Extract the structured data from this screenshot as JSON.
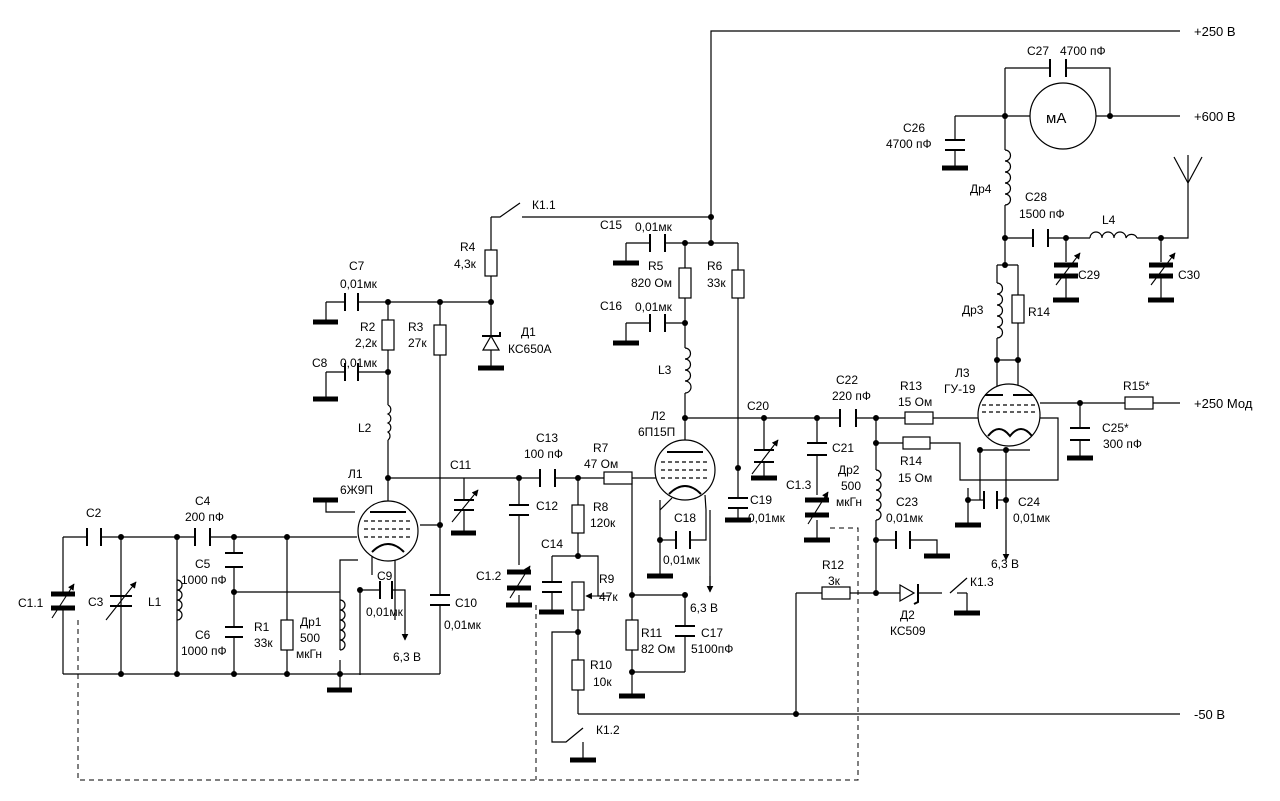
{
  "rails": [
    {
      "name": "rail-plus250",
      "label": "+250 В"
    },
    {
      "name": "rail-plus600",
      "label": "+600 В"
    },
    {
      "name": "rail-plus250-mod",
      "label": "+250 Мод"
    },
    {
      "name": "rail-minus50",
      "label": "-50 В"
    }
  ],
  "heater": {
    "label": "6,3 В"
  },
  "tubes": [
    {
      "ref": "Л1",
      "type": "6Ж9П"
    },
    {
      "ref": "Л2",
      "type": "6П15П"
    },
    {
      "ref": "Л3",
      "type": "ГУ-19"
    }
  ],
  "meter": {
    "label": "мА"
  },
  "components": [
    {
      "ref": "C1.1",
      "value": ""
    },
    {
      "ref": "C2",
      "value": ""
    },
    {
      "ref": "C3",
      "value": ""
    },
    {
      "ref": "L1",
      "value": ""
    },
    {
      "ref": "C4",
      "value": "200 пФ"
    },
    {
      "ref": "C5",
      "value": "1000 пФ"
    },
    {
      "ref": "C6",
      "value": "1000 пФ"
    },
    {
      "ref": "R1",
      "value": "33к"
    },
    {
      "ref": "Др1",
      "value": "500",
      "unit": "мкГн"
    },
    {
      "ref": "C9",
      "value": "0,01мк"
    },
    {
      "ref": "C10",
      "value": "0,01мк"
    },
    {
      "ref": "L2",
      "value": ""
    },
    {
      "ref": "R2",
      "value": "2,2к"
    },
    {
      "ref": "C8",
      "value": "0,01мк"
    },
    {
      "ref": "C7",
      "value": "0,01мк"
    },
    {
      "ref": "R3",
      "value": "27к"
    },
    {
      "ref": "R4",
      "value": "4,3к"
    },
    {
      "ref": "Д1",
      "value": "КС650А"
    },
    {
      "ref": "К1.1",
      "value": ""
    },
    {
      "ref": "C11",
      "value": ""
    },
    {
      "ref": "C12",
      "value": ""
    },
    {
      "ref": "C1.2",
      "value": ""
    },
    {
      "ref": "C13",
      "value": "100 пФ"
    },
    {
      "ref": "R7",
      "value": "47 Ом"
    },
    {
      "ref": "R8",
      "value": "120к"
    },
    {
      "ref": "C14",
      "value": ""
    },
    {
      "ref": "R9",
      "value": "47к"
    },
    {
      "ref": "R10",
      "value": "10к"
    },
    {
      "ref": "К1.2",
      "value": ""
    },
    {
      "ref": "C15",
      "value": "0,01мк"
    },
    {
      "ref": "R5",
      "value": "820 Ом"
    },
    {
      "ref": "R6",
      "value": "33к"
    },
    {
      "ref": "C16",
      "value": "0,01мк"
    },
    {
      "ref": "L3",
      "value": ""
    },
    {
      "ref": "C18",
      "value": "0,01мк"
    },
    {
      "ref": "R11",
      "value": "82 Ом"
    },
    {
      "ref": "C17",
      "value": "5100пФ"
    },
    {
      "ref": "C19",
      "value": "0,01мк"
    },
    {
      "ref": "C20",
      "value": ""
    },
    {
      "ref": "C22",
      "value": "220 пФ"
    },
    {
      "ref": "C21",
      "value": ""
    },
    {
      "ref": "C1.3",
      "value": ""
    },
    {
      "ref": "Др2",
      "value": "500",
      "unit": "мкГн"
    },
    {
      "ref": "R13",
      "value": "15 Ом"
    },
    {
      "ref": "R14",
      "value": "15 Ом"
    },
    {
      "ref": "C23",
      "value": "0,01мк"
    },
    {
      "ref": "C24",
      "value": "0,01мк"
    },
    {
      "ref": "R12",
      "value": "3к"
    },
    {
      "ref": "Д2",
      "value": "КС509"
    },
    {
      "ref": "К1.3",
      "value": ""
    },
    {
      "ref": "C25*",
      "value": "300 пФ"
    },
    {
      "ref": "R15*",
      "value": ""
    },
    {
      "ref": "C26",
      "value": "4700 пФ"
    },
    {
      "ref": "C27",
      "value": "4700 пФ"
    },
    {
      "ref": "Др4",
      "value": ""
    },
    {
      "ref": "C28",
      "value": "1500 пФ"
    },
    {
      "ref": "L4",
      "value": ""
    },
    {
      "ref": "C29",
      "value": ""
    },
    {
      "ref": "C30",
      "value": ""
    },
    {
      "ref": "Др3",
      "value": ""
    },
    {
      "ref": "R14",
      "value": ""
    }
  ]
}
